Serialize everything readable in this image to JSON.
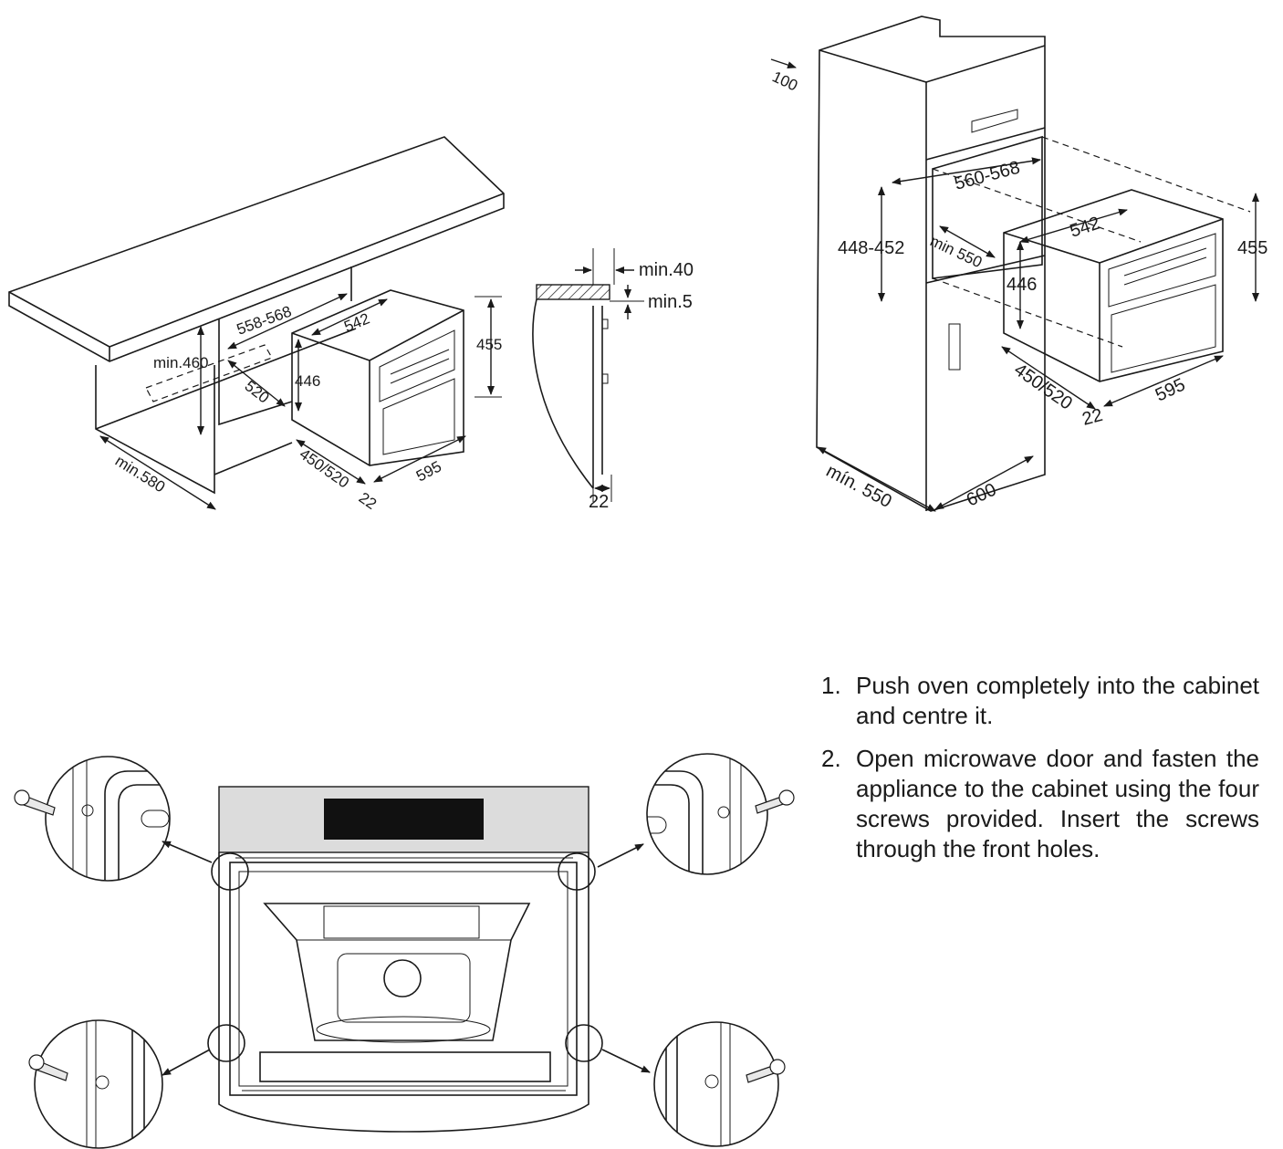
{
  "under_counter": {
    "dims": {
      "cabinet_width": "558-568",
      "oven_depth": "542",
      "oven_height_total": "455",
      "min_height": "min.460",
      "oven_body_height": "446",
      "inner_depth": "520",
      "body_depth": "450/520",
      "front_width": "595",
      "front_thick": "22",
      "min_depth": "min.580"
    }
  },
  "side_profile": {
    "dims": {
      "min_gap": "min.40",
      "min_top": "min.5",
      "door_thick": "22"
    }
  },
  "tall_cabinet": {
    "dims": {
      "top_clear": "100",
      "cabinet_width": "560-568",
      "opening_height": "448-452",
      "min_depth": "min 550",
      "oven_depth": "542",
      "oven_body_height": "446",
      "front_height": "455",
      "body_depth": "450/520",
      "front_thick": "22",
      "front_width": "595",
      "cabinet_depth": "mín. 550",
      "cabinet_width_bottom": "600"
    }
  },
  "instructions": [
    {
      "num": "1.",
      "text": "Push oven completely into the cabinet and centre it."
    },
    {
      "num": "2.",
      "text": "Open microwave door and fasten the appliance to the cabinet using the four screws provided. Insert the screws through the front holes."
    }
  ]
}
